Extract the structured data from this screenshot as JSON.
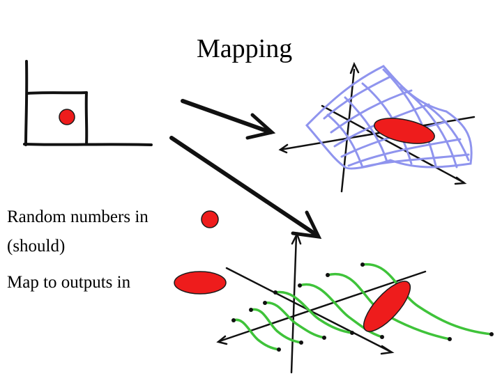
{
  "slide": {
    "title": "Mapping",
    "captions": [
      "Random numbers in",
      "(should)",
      "Map to outputs in"
    ]
  },
  "colors": {
    "ink": "#111111",
    "dot_fill": "#ee1c1c",
    "dot_stroke": "#1a1a1a",
    "grid_surface": "#8f94ee",
    "curves": "#3fc33a"
  },
  "icons": {
    "input-square": "hand-drawn axes with a square region containing a red dot",
    "arrow-to-grid": "hand-drawn arrow",
    "arrow-to-curves": "hand-drawn arrow",
    "warped-grid": "distorted blue mesh with red ellipse",
    "curve-field": "green curves on 3D axes with red ellipse"
  }
}
